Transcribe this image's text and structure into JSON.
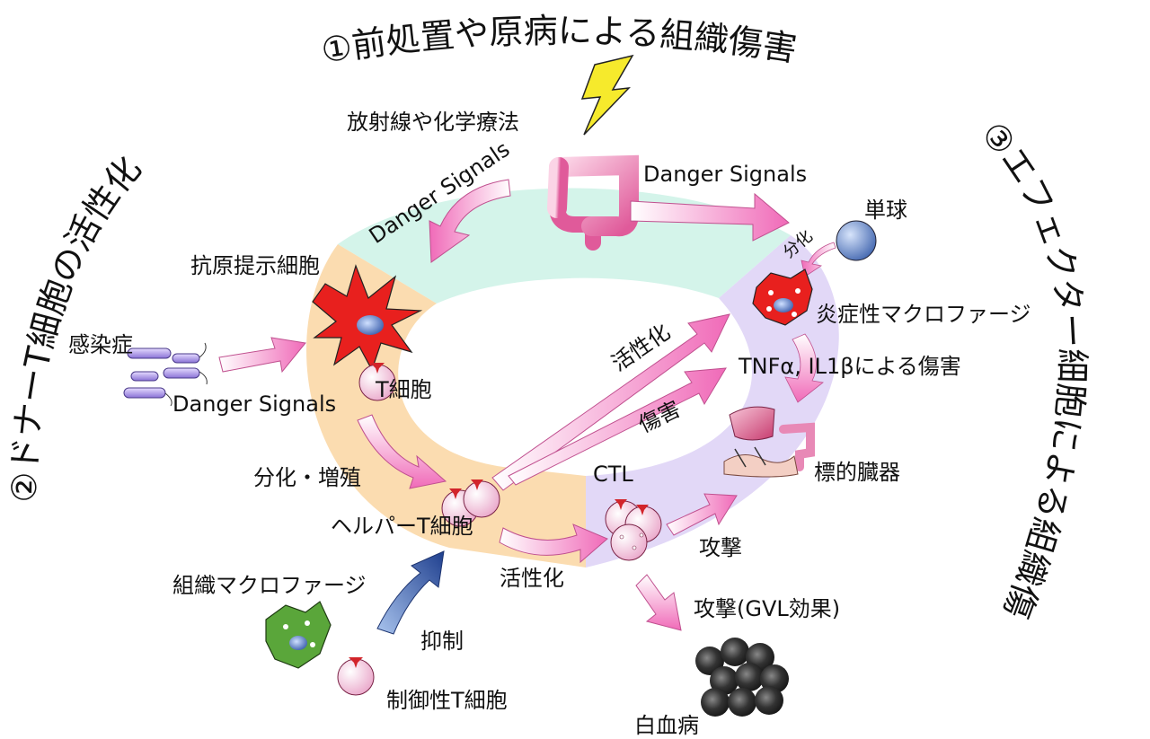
{
  "phases": {
    "phase1": "①前処置や原病による組織傷害",
    "phase2": "②ドナーT細胞の活性化",
    "phase3": "③エフェクター細胞による組織傷害"
  },
  "labels": {
    "radiation": "放射線や化学療法",
    "danger_left": "Danger Signals",
    "danger_right": "Danger Signals",
    "danger_infection": "Danger Signals",
    "monocyte": "単球",
    "differentiation_small": "分化",
    "apc": "抗原提示細胞",
    "infection": "感染症",
    "t_cell": "T細胞",
    "inflammatory_macrophage": "炎症性マクロファージ",
    "cytokine_damage": "TNFα, IL1βによる傷害",
    "activation_diag": "活性化",
    "damage_diag": "傷害",
    "target_organ": "標的臓器",
    "diff_prolif": "分化・増殖",
    "helper_t": "ヘルパーT細胞",
    "ctl": "CTL",
    "attack": "攻撃",
    "activation_bottom": "活性化",
    "tissue_macrophage": "組織マクロファージ",
    "suppression": "抑制",
    "attack_gvl": "攻撃(GVL効果)",
    "treg": "制御性T細胞",
    "leukemia": "白血病"
  },
  "colors": {
    "ring_top": "#d4f4ea",
    "ring_left": "#fbdcb0",
    "ring_right": "#e2d8f7",
    "arrow_pink": "#f26fb8",
    "arrow_blue": "#2a4fa0",
    "apc_red": "#e8201e",
    "bolt_yellow": "#f6ea2c",
    "macrophage_green": "#5aa63a",
    "leukemia_black": "#222222"
  },
  "icons": {
    "lightning": "lightning-bolt-icon",
    "colon": "colon-icon",
    "apc": "dendritic-cell-icon",
    "bacteria": "bacteria-icon",
    "monocyte": "monocyte-icon",
    "macrophage": "inflammatory-macrophage-icon",
    "organs": "liver-colon-skin-icon",
    "leukemia": "leukemia-cells-icon",
    "treg": "regulatory-t-cell-icon"
  }
}
